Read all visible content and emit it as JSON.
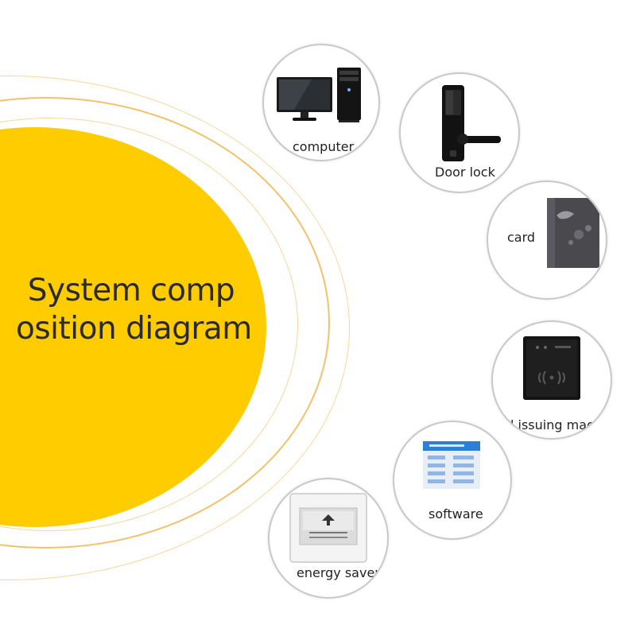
{
  "title": {
    "line1": "System comp",
    "line2": "osition diagram"
  },
  "colors": {
    "sun": "#ffcc00",
    "ring": "#f2c26a",
    "node_border": "#c9c9c9",
    "text": "#222222"
  },
  "components": [
    {
      "label": "computer",
      "icon": "computer-icon"
    },
    {
      "label": "Door lock",
      "icon": "door-lock-icon"
    },
    {
      "label": "card",
      "icon": "card-icon"
    },
    {
      "label": "Card issuing machine",
      "icon": "card-reader-icon"
    },
    {
      "label": "software",
      "icon": "software-screen-icon"
    },
    {
      "label": "energy saver",
      "icon": "energy-saver-switch-icon"
    }
  ]
}
